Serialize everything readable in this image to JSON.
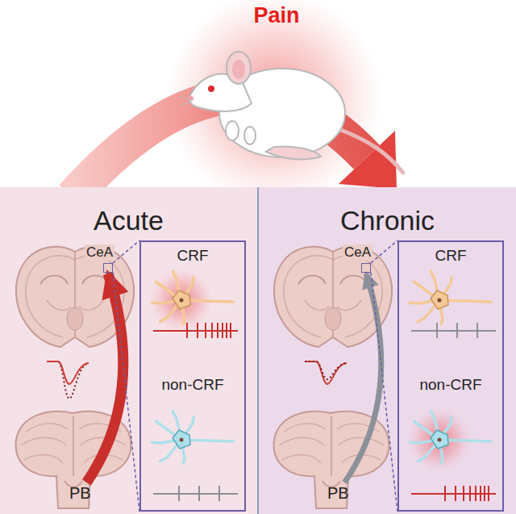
{
  "diagram": {
    "title": "Pain",
    "nodes": [
      {
        "text": [
          "Acute"
        ]
      },
      {
        "text": [
          "CeA"
        ],
        "in": 0
      },
      {
        "text": [
          "PB"
        ],
        "in": 0
      },
      {
        "text": [
          "CRF",
          "non-CRF"
        ],
        "in": 0
      },
      {
        "text": [
          "Chronic"
        ]
      },
      {
        "text": [
          "CeA"
        ],
        "in": 4
      },
      {
        "text": [
          "PB"
        ],
        "in": 4
      },
      {
        "text": [
          "CRF",
          "non-CRF"
        ],
        "in": 4
      }
    ],
    "edges": [
      {
        "from": 2,
        "to": 1,
        "arrow": "to"
      },
      {
        "from": 1,
        "to": 3,
        "arrow": "none"
      },
      {
        "from": 6,
        "to": 5,
        "arrow": "to"
      },
      {
        "from": 5,
        "to": 7,
        "arrow": "none"
      }
    ]
  }
}
